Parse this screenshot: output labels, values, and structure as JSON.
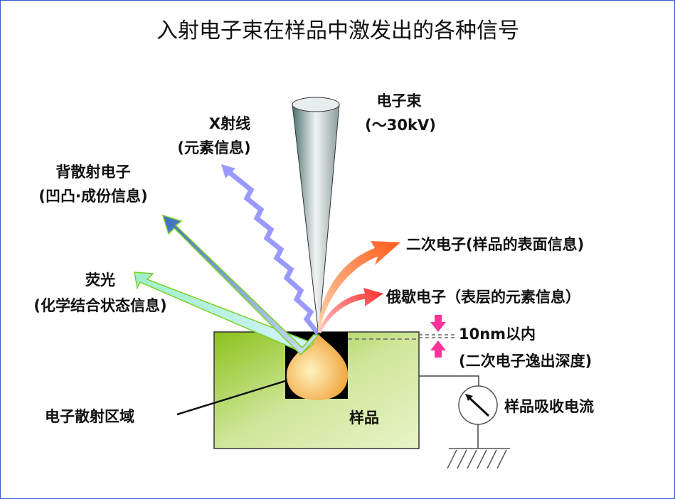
{
  "title": "入射电子束在样品中激发出的各种信号",
  "beam": {
    "label": "电子束",
    "energy": "(～30kV)"
  },
  "xray": {
    "label": "X射线",
    "info": "(元素信息)"
  },
  "backscatter": {
    "label": "背散射电子",
    "info": "(凹凸·成份信息)"
  },
  "fluorescence": {
    "label": "荧光",
    "info": "(化学结合状态信息)"
  },
  "secondary": {
    "label": "二次电子(样品的表面信息)"
  },
  "auger": {
    "label": "俄歇电子（表层的元素信息）"
  },
  "depth": {
    "value": "10nm以内",
    "info": "(二次电子逸出深度)"
  },
  "scatter_region": {
    "label": "电子散射区域"
  },
  "sample": {
    "label": "样品"
  },
  "current": {
    "label": "样品吸收电流"
  },
  "colors": {
    "border": "#3a5fcd",
    "sample": "#b5d96a",
    "xray": "#9999ff",
    "secondary": "#ff6a2a",
    "auger": "#ff3b3b",
    "depth_arrow": "#ff3399"
  }
}
